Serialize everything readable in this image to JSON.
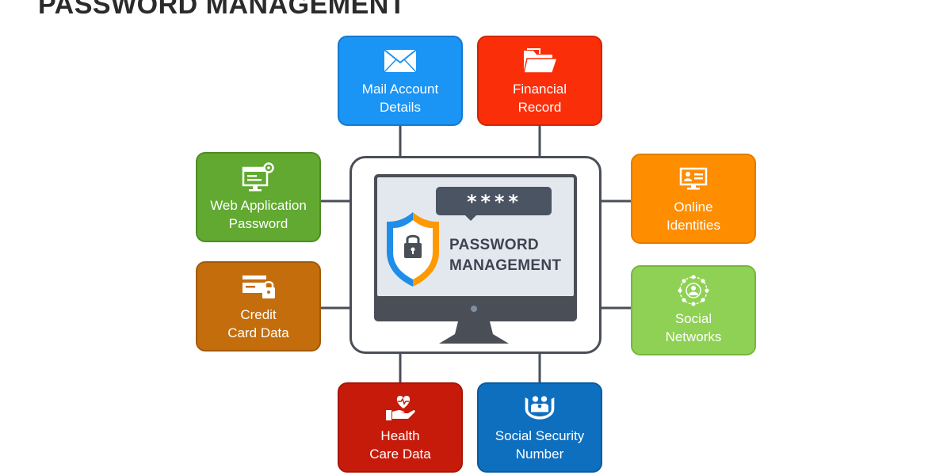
{
  "title": "PASSWORD MANAGEMENT",
  "center": {
    "label": "PASSWORD\nMANAGEMENT",
    "masked_password": "****"
  },
  "cards": {
    "mail": {
      "label": "Mail Account\nDetails",
      "icon": "envelope-icon",
      "color": "#1a94f5"
    },
    "financial": {
      "label": "Financial\nRecord",
      "icon": "folder-icon",
      "color": "#fb2e0a"
    },
    "web": {
      "label": "Web Application\nPassword",
      "icon": "web-settings-icon",
      "color": "#61a931"
    },
    "online": {
      "label": "Online\nIdentities",
      "icon": "id-card-icon",
      "color": "#ff8d00"
    },
    "credit": {
      "label": "Credit\nCard Data",
      "icon": "credit-card-lock-icon",
      "color": "#c46d0c"
    },
    "social": {
      "label": "Social\nNetworks",
      "icon": "network-people-icon",
      "color": "#8fd154"
    },
    "health": {
      "label": "Health\nCare Data",
      "icon": "heart-hand-icon",
      "color": "#c61b0b"
    },
    "ssn": {
      "label": "Social Security\nNumber",
      "icon": "family-hands-icon",
      "color": "#0f6fbf"
    }
  },
  "colors": {
    "monitor_frame": "#4a4f57",
    "screen": "#e3e8ef",
    "shield_blue": "#1e8ee8",
    "shield_orange": "#ff9900",
    "connector": "#4a4f57"
  }
}
